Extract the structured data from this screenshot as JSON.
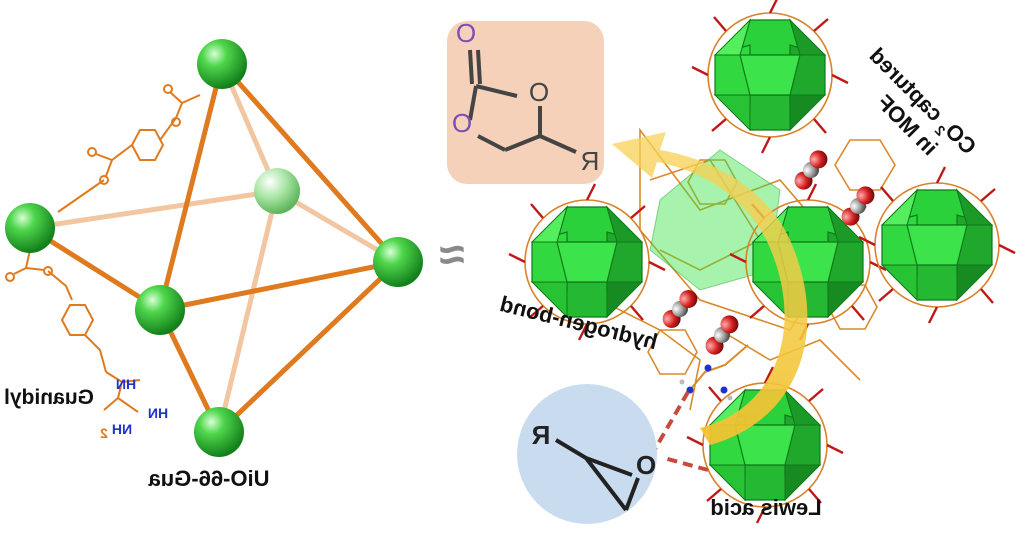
{
  "labels": {
    "uio_gua": "UiO-66-Gua",
    "guanidyl": "Guanidyl",
    "approx": "≈",
    "hydrogen_bond": "hydrogen-bond",
    "lewis_acid": "Lewis acid",
    "co2_line1": "CO",
    "co2_sub": "2",
    "co2_line1_rest": " captured",
    "co2_line2": "in MOF"
  },
  "guanidyl_atoms": {
    "hn": "HN",
    "hn2": "HN",
    "nh2": "NH",
    "nh2_sub": "2"
  },
  "carbonate_atoms": {
    "o_top": "O",
    "o_ring": "O",
    "o_left": "O",
    "r": "R"
  },
  "epoxide_atoms": {
    "o": "O",
    "r": "R"
  },
  "colors": {
    "node_green": "#2fbf3a",
    "linker_orange": "#e07a1f",
    "carbonate_bg": "#f6d1b9",
    "epoxide_bg": "#c9dcef",
    "arrow_yellow": "#f2c230",
    "co2_red": "#d42020",
    "nitrogen_blue": "#2033c8",
    "oxygen_purple": "#7a4fb8",
    "hbond_red": "#c84a3c"
  }
}
